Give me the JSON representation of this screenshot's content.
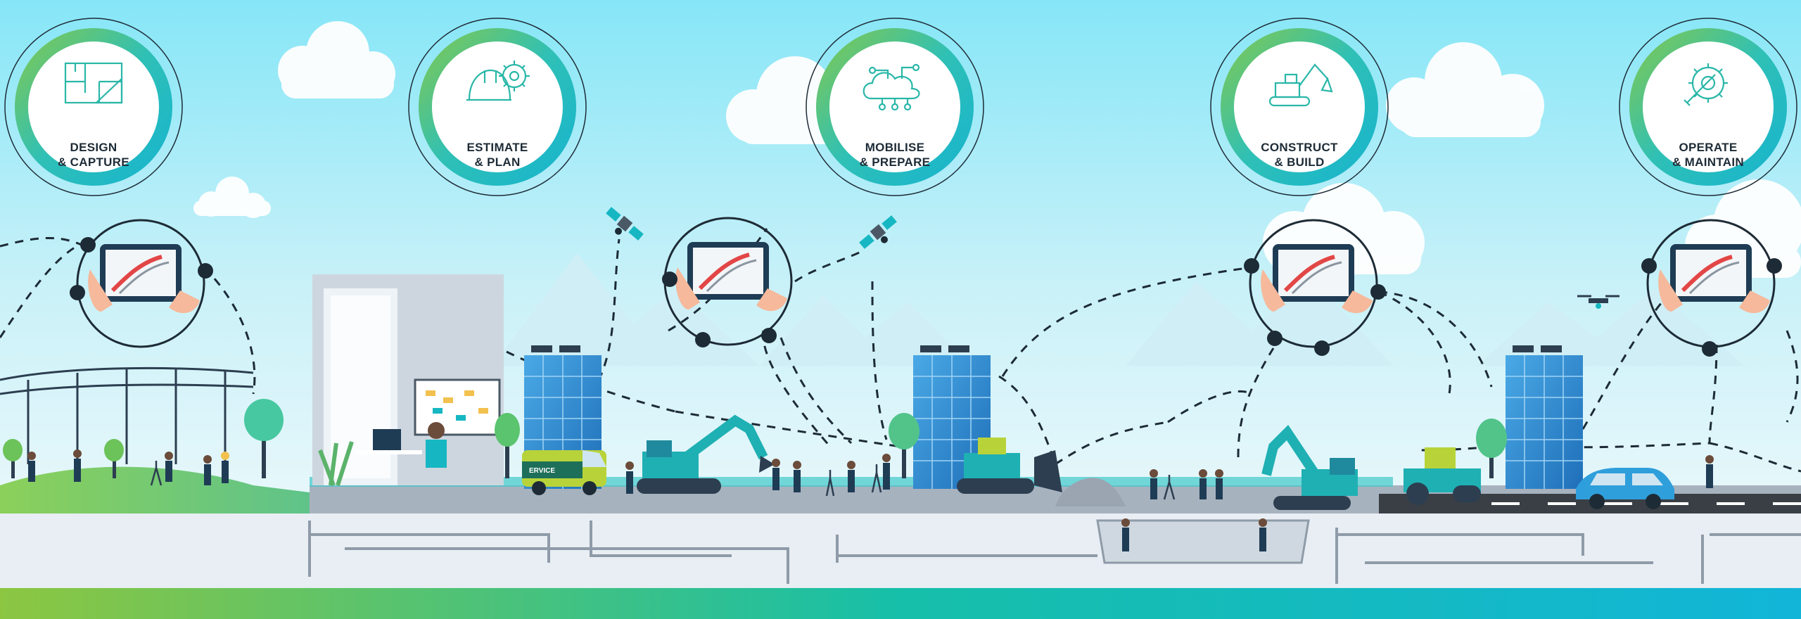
{
  "stages": [
    {
      "line1": "DESIGN",
      "line2": "& CAPTURE",
      "icon": "floor-plan-icon"
    },
    {
      "line1": "ESTIMATE",
      "line2": "& PLAN",
      "icon": "hardhat-gear-icon"
    },
    {
      "line1": "MOBILISE",
      "line2": "& PREPARE",
      "icon": "cloud-network-icon"
    },
    {
      "line1": "CONSTRUCT",
      "line2": "& BUILD",
      "icon": "excavator-icon"
    },
    {
      "line1": "OPERATE",
      "line2": "& MAINTAIN",
      "icon": "wrench-gear-icon"
    }
  ],
  "van": {
    "text": "ERVICE"
  },
  "colors": {
    "sky_top": "#8fe9f8",
    "sky_bottom": "#e6f8fb",
    "teal": "#16b7c2",
    "green": "#7cc243",
    "ring_dark": "#1d2b36",
    "ground": "#a9b4c0",
    "underground": "#e8eef3"
  }
}
